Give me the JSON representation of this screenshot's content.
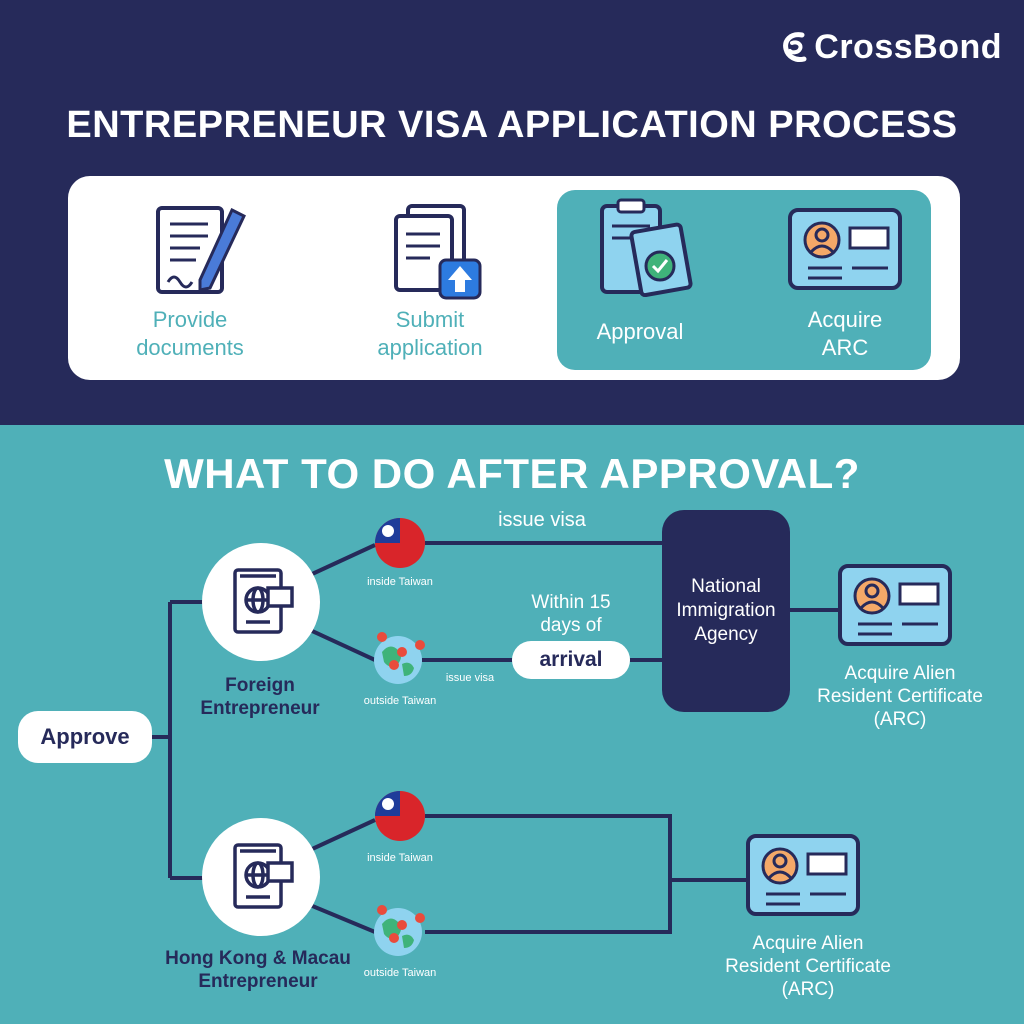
{
  "brand": {
    "name": "CrossBond"
  },
  "header": {
    "title": "ENTREPRENEUR VISA APPLICATION PROCESS"
  },
  "steps": [
    {
      "label": "Provide documents",
      "icon": "document-pen-icon"
    },
    {
      "label": "Submit application",
      "icon": "upload-document-icon"
    },
    {
      "label": "Approval",
      "icon": "clipboard-check-icon"
    },
    {
      "label": "Acquire ARC",
      "icon": "id-card-icon"
    }
  ],
  "after": {
    "title": "WHAT TO DO AFTER APPROVAL?",
    "approve_label": "Approve",
    "foreign": {
      "label_line1": "Foreign",
      "label_line2": "Entrepreneur",
      "inside_label": "inside Taiwan",
      "outside_label": "outside Taiwan",
      "issue_visa_inside": "issue visa",
      "issue_visa_outside": "issue visa",
      "within_line1": "Within 15",
      "within_line2": "days of",
      "arrival_label": "arrival",
      "agency_line1": "National",
      "agency_line2": "Immigration",
      "agency_line3": "Agency",
      "result_line1": "Acquire Alien",
      "result_line2": "Resident Certificate",
      "result_line3": "(ARC)"
    },
    "hkmacau": {
      "label_line1": "Hong Kong & Macau",
      "label_line2": "Entrepreneur",
      "inside_label": "inside Taiwan",
      "outside_label": "outside Taiwan",
      "result_line1": "Acquire Alien",
      "result_line2": "Resident Certificate",
      "result_line3": "(ARC)"
    }
  },
  "colors": {
    "navy": "#262a5a",
    "teal": "#4fb0b8",
    "white": "#ffffff",
    "flag_red": "#d9252a",
    "flag_blue": "#1f3c9a",
    "card_blue": "#8fd3ef",
    "avatar_orange": "#f4a868"
  }
}
